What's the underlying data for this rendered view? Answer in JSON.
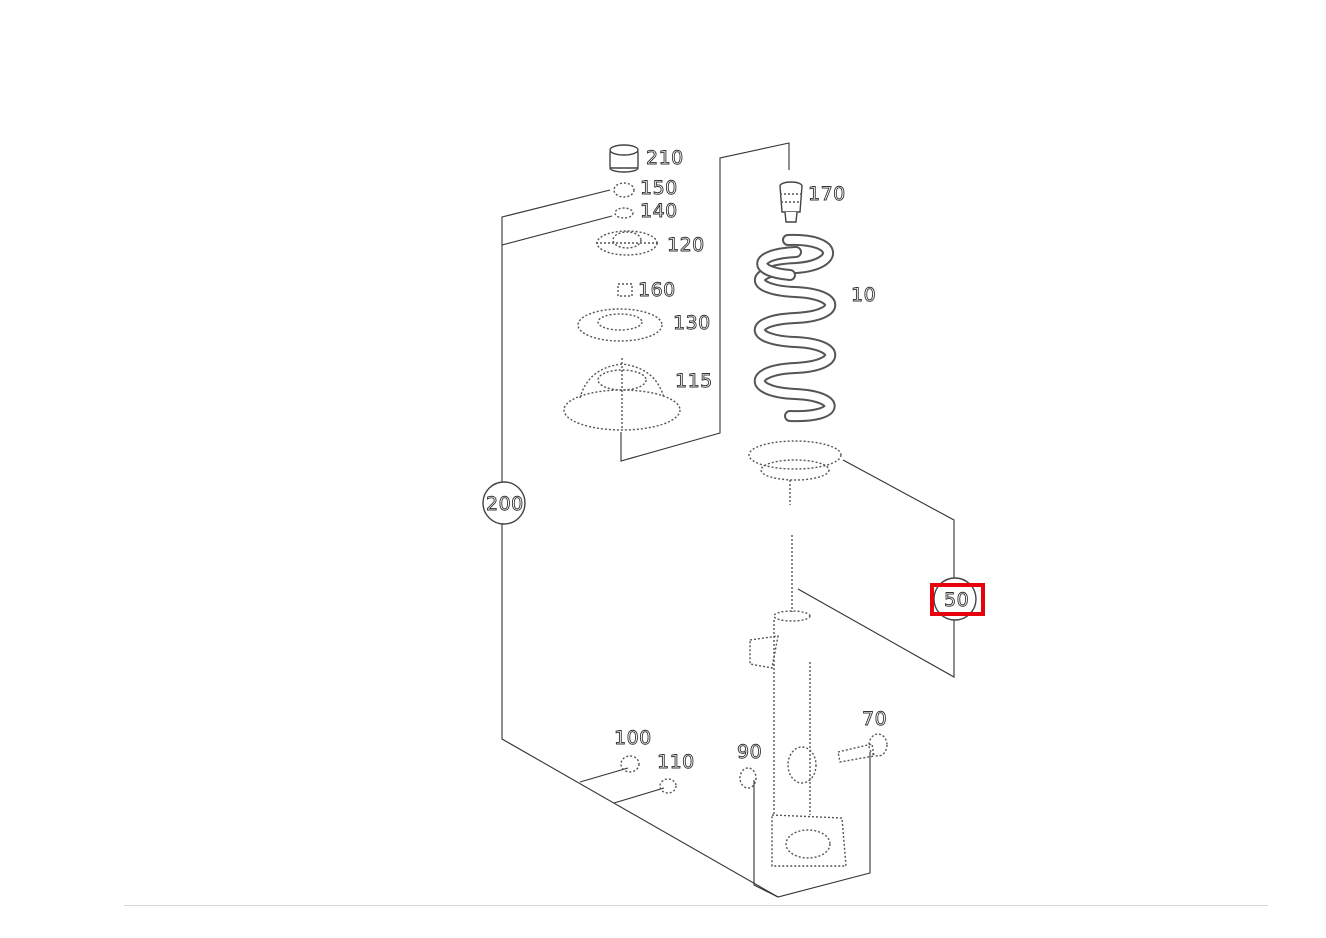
{
  "diagram": {
    "callouts": {
      "c210": "210",
      "c150": "150",
      "c140": "140",
      "c120": "120",
      "c160": "160",
      "c130": "130",
      "c115": "115",
      "c170": "170",
      "c10": "10",
      "c200": "200",
      "c50": "50",
      "c70": "70",
      "c100": "100",
      "c110": "110",
      "c90": "90"
    },
    "selected_callout": "50",
    "highlight_color": "#e8000d"
  }
}
